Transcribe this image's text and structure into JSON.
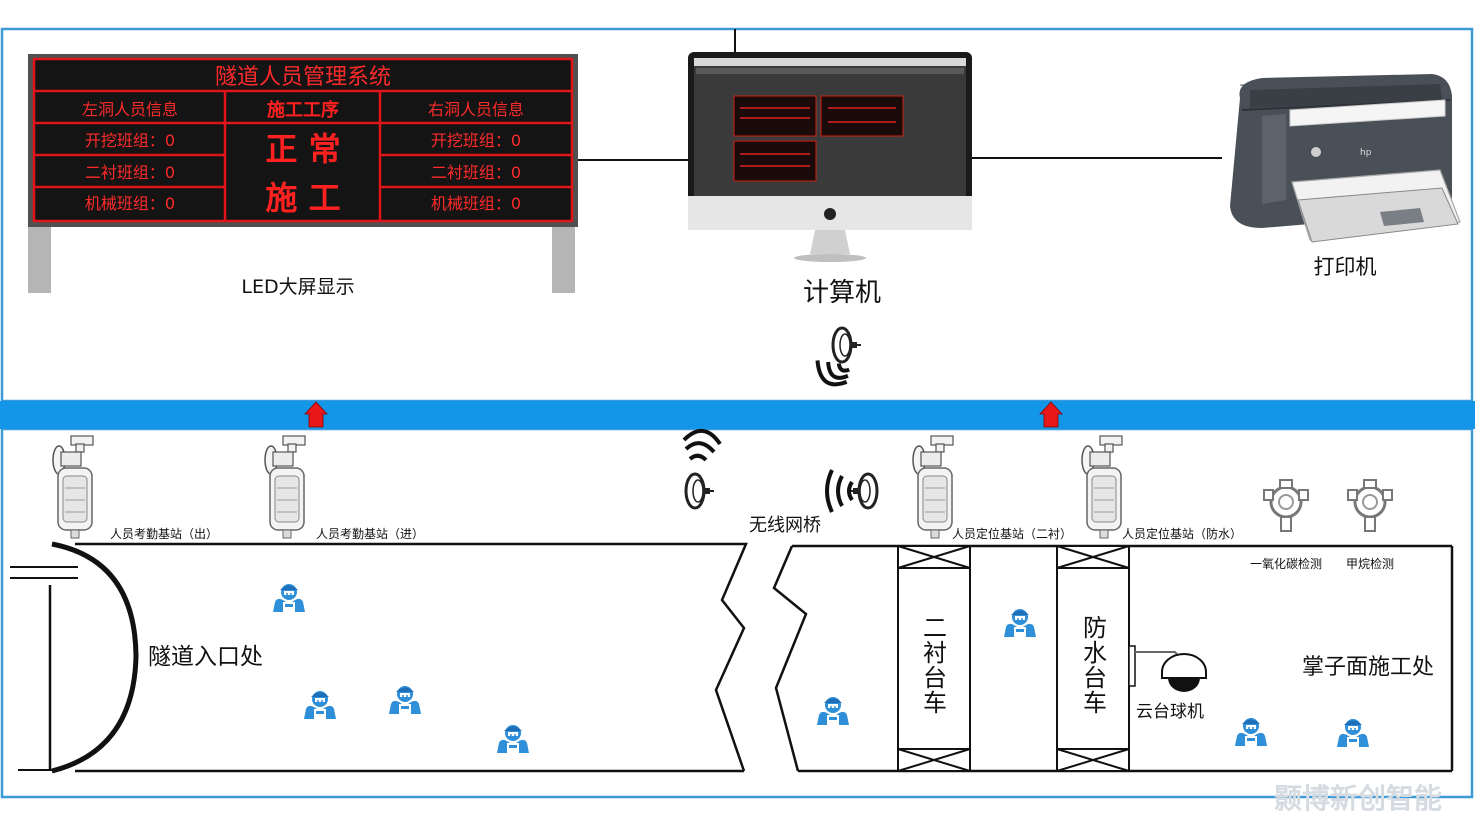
{
  "led_board": {
    "title": "隧道人员管理系统",
    "left_header": "左洞人员信息",
    "center_header": "施工工序",
    "right_header": "右洞人员信息",
    "left_rows": [
      "开挖班组：0",
      "二衬班组：0",
      "机械班组：0"
    ],
    "right_rows": [
      "开挖班组：0",
      "二衬班组：0",
      "机械班组：0"
    ],
    "status_line1": "正 常",
    "status_line2": "施 工",
    "caption": "LED大屏显示"
  },
  "computer": {
    "label": "计算机"
  },
  "printer": {
    "label": "打印机",
    "logo": "hp"
  },
  "bridge": {
    "label": "无线网桥"
  },
  "tunnel": {
    "entrance_label": "隧道入口处",
    "face_label": "掌子面施工处",
    "stations": [
      "人员考勤基站（出）",
      "人员考勤基站（进）",
      "人员定位基站（二衬）",
      "人员定位基站（防水）"
    ],
    "trolleys": [
      "二衬台车",
      "防水台车"
    ],
    "camera_label": "云台球机",
    "detectors": [
      "一氧化碳检测",
      "甲烷检测"
    ]
  },
  "watermark": "颢博新创智能",
  "colors": {
    "frame": "#3d9ad8",
    "band": "#1496e8",
    "led_red": "#e0151a",
    "worker_blue": "#2f8fd8",
    "arrow": "#e81818"
  }
}
